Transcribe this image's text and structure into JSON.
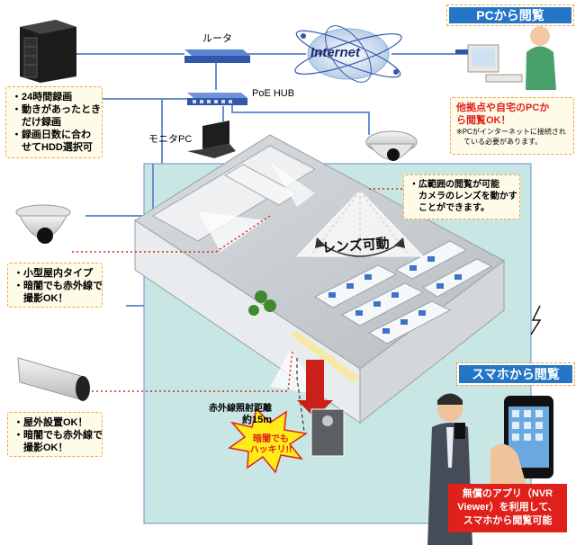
{
  "nodes": {
    "router_label": "ルータ",
    "hub_label": "PoE HUB",
    "monitor_pc_label": "モニタPC",
    "internet_label": "Internet"
  },
  "nvr_features": [
    "・24時間録画",
    "・動きがあったとき",
    "　だけ録画",
    "・録画日数に合わ",
    "　せてHDD選択可"
  ],
  "pc_view": {
    "title": "PCから閲覧",
    "desc": [
      "他拠点や自宅のPCか",
      "ら閲覧OK！"
    ],
    "note": [
      "※PCがインターネットに接続され",
      "　ている必要があります。"
    ]
  },
  "ptz_camera": {
    "desc": [
      "・広範囲の閲覧が可能",
      "　カメラのレンズを動かす",
      "　ことができます。"
    ]
  },
  "indoor_camera": {
    "desc": [
      "・小型屋内タイプ",
      "・暗闇でも赤外線で",
      "　撮影OK！"
    ]
  },
  "outdoor_camera": {
    "desc": [
      "・屋外設置OK！",
      "・暗闇でも赤外線で",
      "　撮影OK！"
    ]
  },
  "lens_label": "レンズ可動",
  "ir_range": [
    "赤外線照射距離",
    "約15m"
  ],
  "dark_burst": [
    "暗闇でも",
    "ハッキリ!!"
  ],
  "smartphone_view": {
    "title": "スマホから閲覧",
    "desc": [
      "無償のアプリ（NVR",
      "Viewer）を利用して、",
      "スマホから閲覧可能"
    ]
  },
  "colors": {
    "accent_blue": "#2475c6",
    "alert_red": "#e0201b",
    "note_border": "#f2a33a",
    "line_blue": "#6a8fd0"
  }
}
